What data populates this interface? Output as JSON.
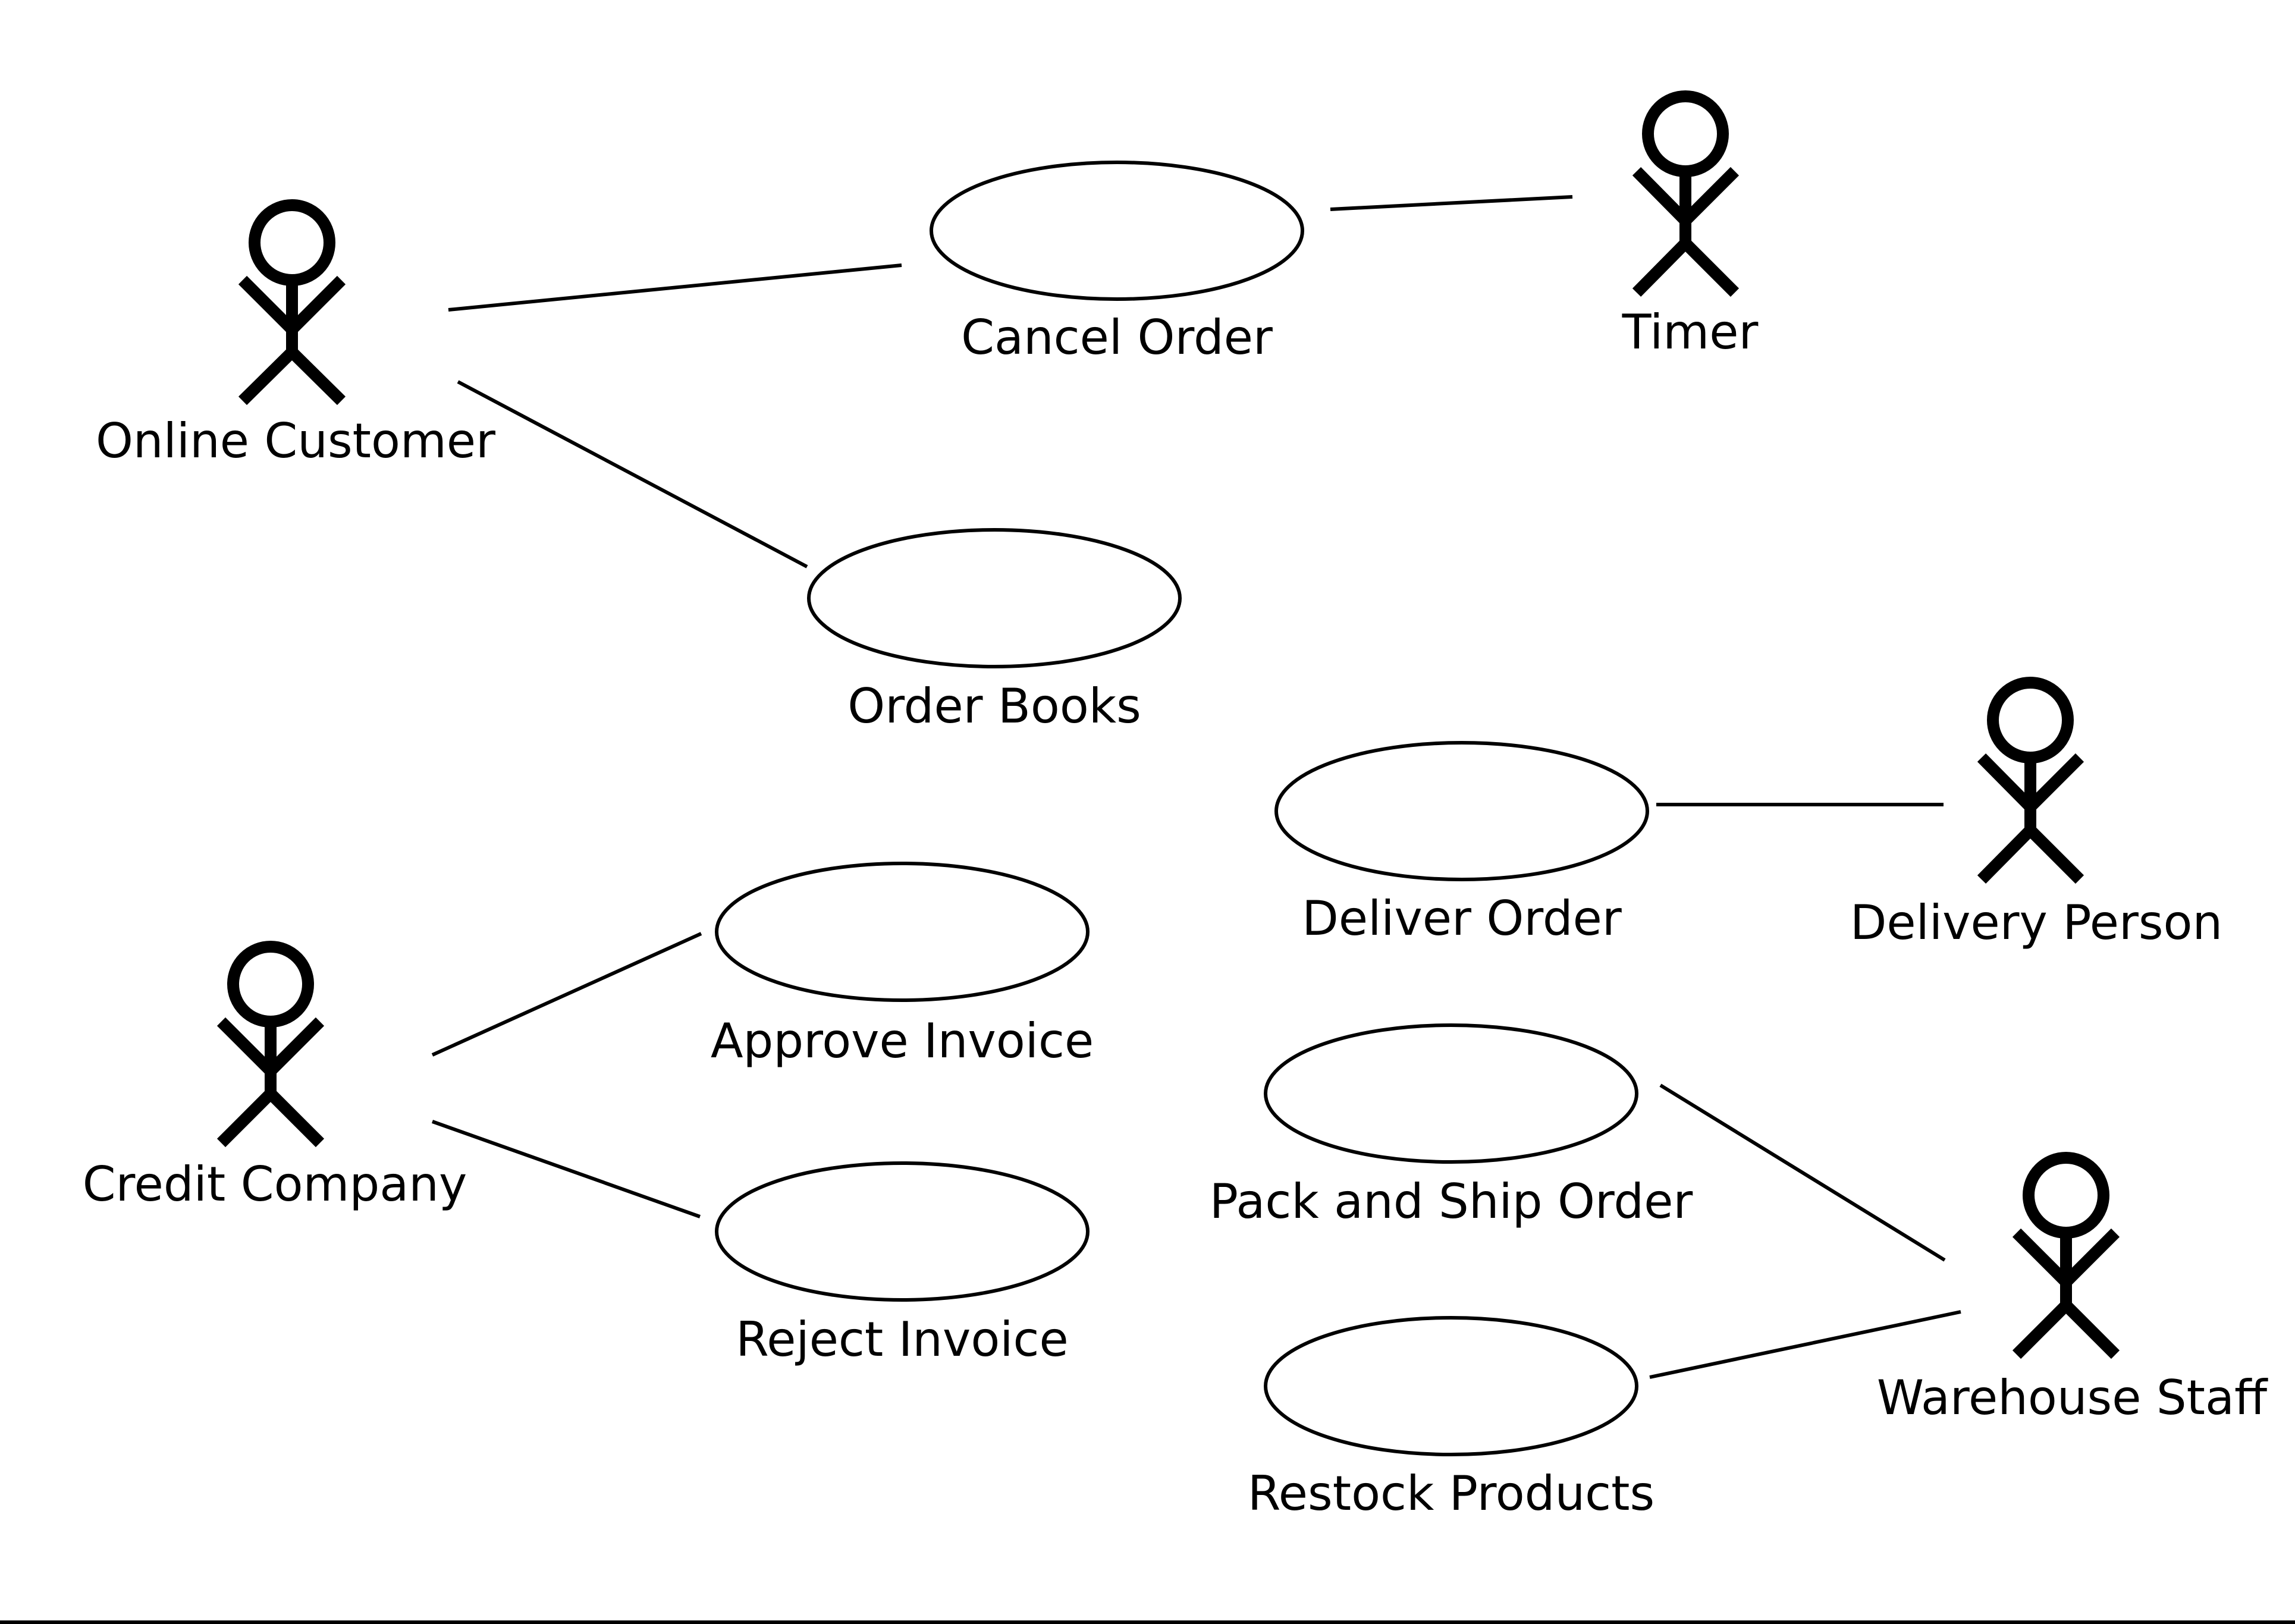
{
  "actors": {
    "online_customer": "Online Customer",
    "timer": "Timer",
    "delivery_person": "Delivery Person",
    "credit_company": "Credit Company",
    "warehouse_staff": "Warehouse Staff"
  },
  "use_cases": {
    "cancel_order": "Cancel Order",
    "order_books": "Order Books",
    "deliver_order": "Deliver Order",
    "approve_invoice": "Approve Invoice",
    "reject_invoice": "Reject Invoice",
    "pack_and_ship_order": "Pack and Ship Order",
    "restock_products": "Restock Products"
  },
  "associations": [
    [
      "Online Customer",
      "Cancel Order"
    ],
    [
      "Timer",
      "Cancel Order"
    ],
    [
      "Online Customer",
      "Order Books"
    ],
    [
      "Delivery Person",
      "Deliver Order"
    ],
    [
      "Credit Company",
      "Approve Invoice"
    ],
    [
      "Credit Company",
      "Reject Invoice"
    ],
    [
      "Warehouse Staff",
      "Pack and Ship Order"
    ],
    [
      "Warehouse Staff",
      "Restock Products"
    ]
  ]
}
